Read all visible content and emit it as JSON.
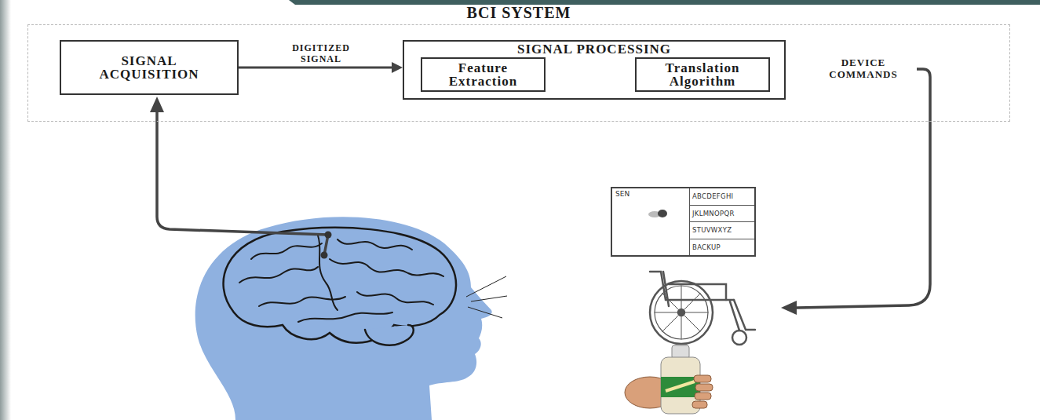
{
  "diagram": {
    "nodes": [
      {
        "text": [
          "BCI SYSTEM"
        ]
      },
      {
        "text": [
          "SIGNAL ACQUISITION"
        ],
        "in": 0
      },
      {
        "text": [
          "SIGNAL PROCESSING"
        ],
        "in": 0
      },
      {
        "text": [
          "Feature Extraction"
        ],
        "in": 2
      },
      {
        "text": [
          "Translation Algorithm"
        ],
        "in": 2
      },
      {
        "text": [
          "SEN",
          "ABCDEFGHI",
          "JKLMNOPQR",
          "STUVWXYZ",
          "BACKUP"
        ]
      }
    ],
    "edges": [
      {
        "from": 1,
        "to": 2,
        "arrow": "to",
        "label": "DIGITIZED SIGNAL"
      },
      {
        "from": 3,
        "to": 4,
        "arrow": "to"
      }
    ],
    "labels": [
      "DEVICE COMMANDS"
    ]
  }
}
